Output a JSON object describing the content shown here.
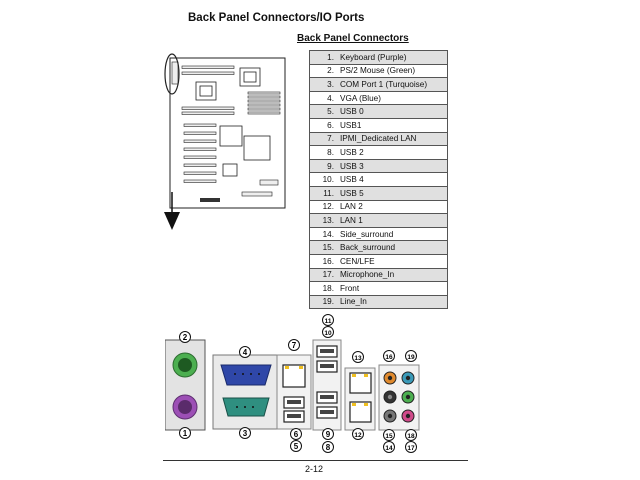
{
  "title": "Back Panel Connectors/IO Ports",
  "subtitle": "Back Panel Connectors",
  "connectors": [
    {
      "num": "1.",
      "label": "Keyboard (Purple)"
    },
    {
      "num": "2.",
      "label": "PS/2 Mouse (Green)"
    },
    {
      "num": "3.",
      "label": "COM Port 1 (Turquoise)"
    },
    {
      "num": "4.",
      "label": "VGA (Blue)"
    },
    {
      "num": "5.",
      "label": "USB 0"
    },
    {
      "num": "6.",
      "label": "USB1"
    },
    {
      "num": "7.",
      "label": "IPMI_Dedicated LAN"
    },
    {
      "num": "8.",
      "label": "USB 2"
    },
    {
      "num": "9.",
      "label": "USB 3"
    },
    {
      "num": "10.",
      "label": "USB 4"
    },
    {
      "num": "11.",
      "label": "USB 5"
    },
    {
      "num": "12.",
      "label": "LAN 2"
    },
    {
      "num": "13.",
      "label": "LAN 1"
    },
    {
      "num": "14.",
      "label": "Side_surround"
    },
    {
      "num": "15.",
      "label": "Back_surround"
    },
    {
      "num": "16.",
      "label": "CEN/LFE"
    },
    {
      "num": "17.",
      "label": "Microphone_In"
    },
    {
      "num": "18.",
      "label": "Front"
    },
    {
      "num": "19.",
      "label": "Line_In"
    }
  ],
  "callouts": [
    "1",
    "2",
    "3",
    "4",
    "5",
    "6",
    "7",
    "8",
    "9",
    "10",
    "11",
    "12",
    "13",
    "14",
    "15",
    "16",
    "17",
    "18",
    "19"
  ],
  "colors": {
    "mouse": "#4caf50",
    "keyboard": "#9c4fb5",
    "vga": "#2f47a8",
    "com": "#2f8f80",
    "lan_led": "#f0c020"
  },
  "page_number": "2-12"
}
